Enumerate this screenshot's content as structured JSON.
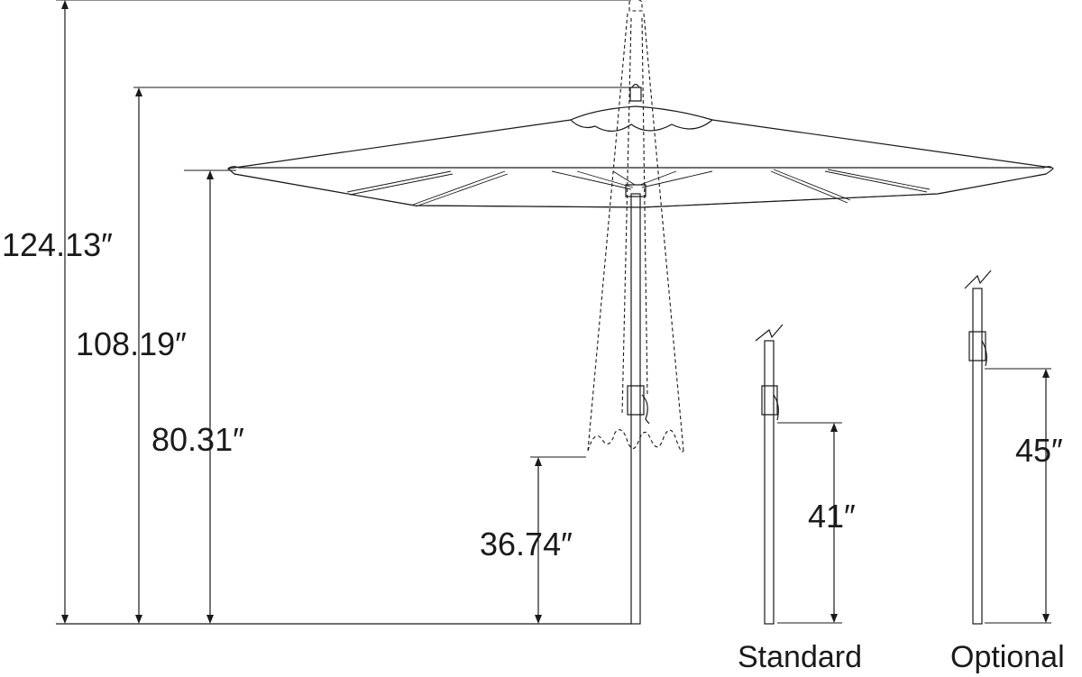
{
  "dimensions": {
    "total_height": "124.13″",
    "canopy_top": "108.19″",
    "canopy_clearance": "80.31″",
    "tilt_clearance": "36.74″",
    "standard_crank": "41″",
    "optional_crank": "45″"
  },
  "labels": {
    "standard": "Standard",
    "optional": "Optional"
  }
}
